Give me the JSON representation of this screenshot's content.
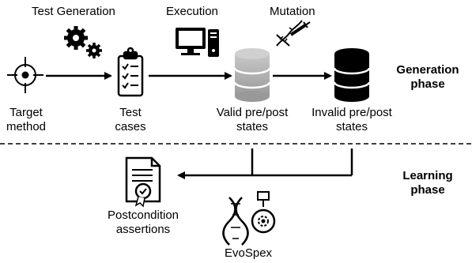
{
  "steps": {
    "test_generation": "Test Generation",
    "execution": "Execution",
    "mutation": "Mutation"
  },
  "nodes": {
    "target_method": [
      "Target",
      "method"
    ],
    "test_cases": [
      "Test",
      "cases"
    ],
    "valid_states": [
      "Valid pre/post",
      "states"
    ],
    "invalid_states": [
      "Invalid pre/post",
      "states"
    ],
    "postcondition": [
      "Postcondition",
      "assertions"
    ],
    "evospex": "EvoSpex"
  },
  "phases": {
    "generation": [
      "Generation",
      "phase"
    ],
    "learning": [
      "Learning",
      "phase"
    ]
  },
  "icons": [
    "crosshair-icon",
    "gears-icon",
    "clipboard-checklist-icon",
    "computer-icon",
    "dna-syringe-icon",
    "database-icon",
    "certificate-icon",
    "dna-gear-icon"
  ],
  "colors": {
    "valid_db": "#a9a9a9",
    "invalid_db": "#000000",
    "line": "#000000"
  }
}
